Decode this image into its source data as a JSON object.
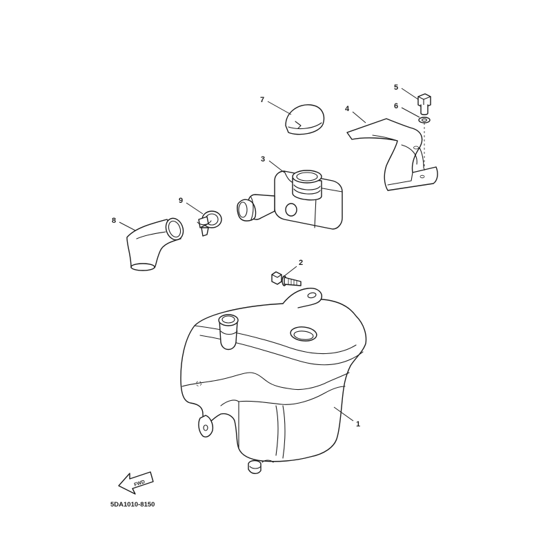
{
  "diagram": {
    "code": "5DA1010-8150",
    "direction_badge": {
      "text": "FWD",
      "icon": "forward-arrow-icon"
    },
    "callouts": [
      {
        "id": "1",
        "label": "1"
      },
      {
        "id": "2",
        "label": "2"
      },
      {
        "id": "3",
        "label": "3"
      },
      {
        "id": "4",
        "label": "4"
      },
      {
        "id": "5",
        "label": "5"
      },
      {
        "id": "6",
        "label": "6"
      },
      {
        "id": "7",
        "label": "7"
      },
      {
        "id": "8",
        "label": "8"
      },
      {
        "id": "9",
        "label": "9"
      }
    ]
  },
  "colors": {
    "line": "#1a1a1a",
    "background": "#ffffff"
  }
}
